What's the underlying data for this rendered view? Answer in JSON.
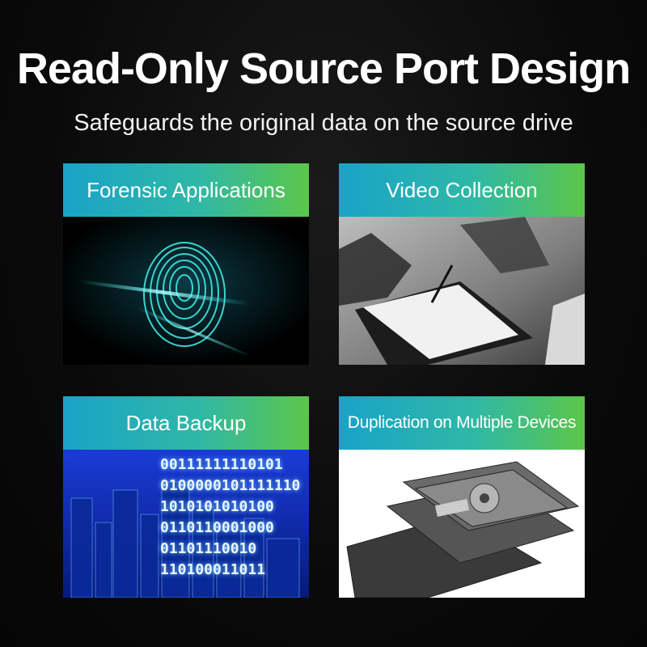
{
  "title": "Read-Only Source Port Design",
  "subtitle": "Safeguards the original data on the source drive",
  "cards": [
    {
      "label": "Forensic Applications",
      "image": "fingerprint-scan-image"
    },
    {
      "label": "Video Collection",
      "image": "signing-document-image"
    },
    {
      "label": "Data Backup",
      "image": "binary-city-image"
    },
    {
      "label": "Duplication on Multiple Devices",
      "image": "hard-drives-image"
    }
  ],
  "binary_rows": [
    "00111111110101",
    "0100000101111110",
    "1010101010100",
    "0110110001000",
    "01101110010",
    "110100011011"
  ]
}
